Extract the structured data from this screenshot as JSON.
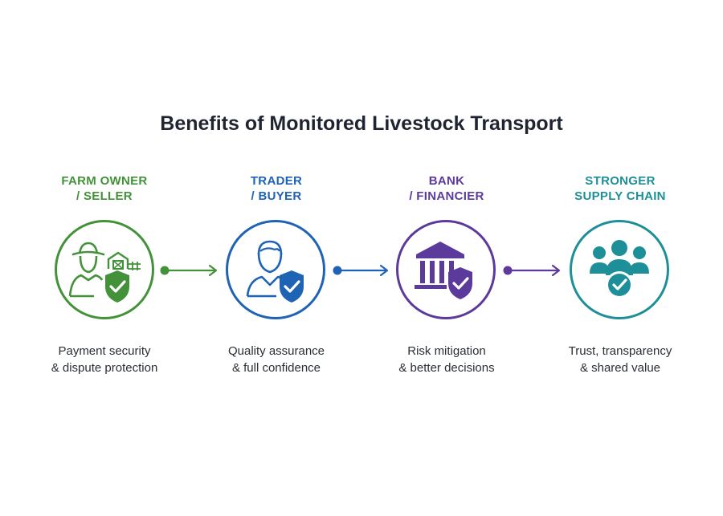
{
  "title": "Benefits of Monitored Livestock Transport",
  "stages": [
    {
      "label_line1": "FARM OWNER",
      "label_line2": "/ SELLER",
      "desc_line1": "Payment security",
      "desc_line2": "& dispute protection",
      "color": "#43923a",
      "icon": "farmer-barn-shield-icon"
    },
    {
      "label_line1": "TRADER",
      "label_line2": "/ BUYER",
      "desc_line1": "Quality assurance",
      "desc_line2": "& full confidence",
      "color": "#1f63b5",
      "icon": "person-shield-icon"
    },
    {
      "label_line1": "BANK",
      "label_line2": "/ FINANCIER",
      "desc_line1": "Risk mitigation",
      "desc_line2": "& better decisions",
      "color": "#5c3a9c",
      "icon": "bank-shield-icon"
    },
    {
      "label_line1": "STRONGER",
      "label_line2": "SUPPLY CHAIN",
      "desc_line1": "Trust, transparency",
      "desc_line2": "& shared value",
      "color": "#1d8f99",
      "icon": "group-check-icon"
    }
  ]
}
